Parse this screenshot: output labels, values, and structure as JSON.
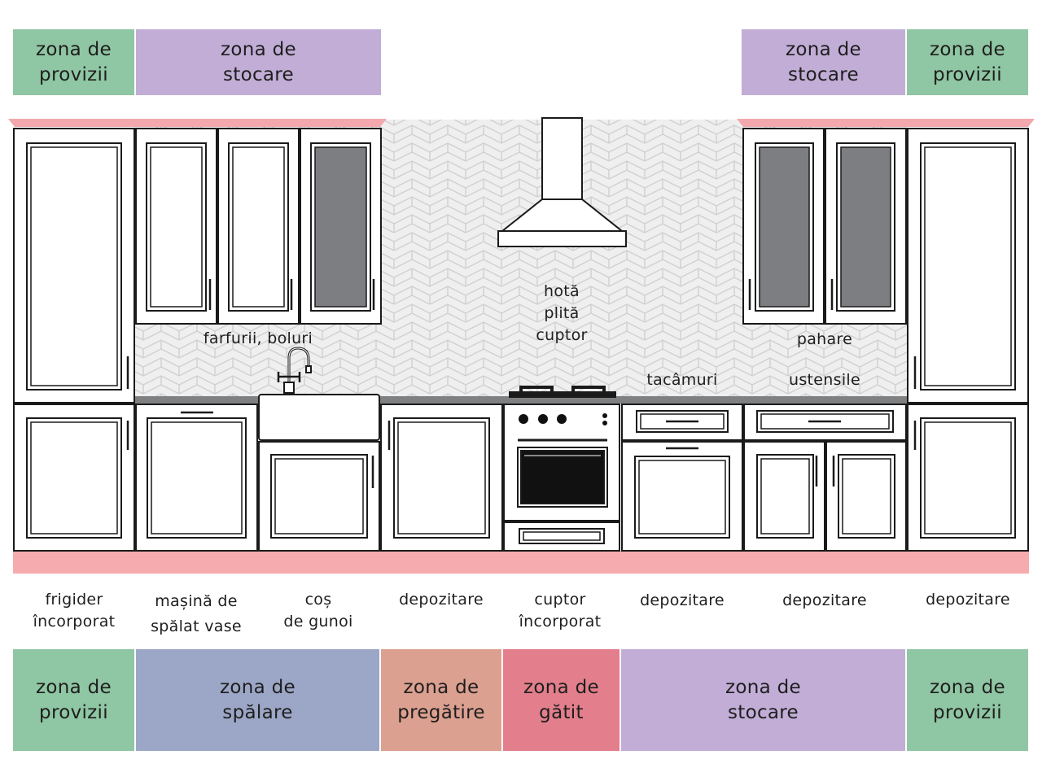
{
  "colors": {
    "provizii": "#8fc6a3",
    "stocare": "#c1add6",
    "spalare": "#9ca6c6",
    "pregatire": "#dca090",
    "gatit": "#e37f8c",
    "molding": "#f2a8ac",
    "outline": "#1a1a1a",
    "glass": "#7d7e82",
    "tile": "#eeeeee",
    "countertop": "#7e8082"
  },
  "top_zones": [
    {
      "line1": "zona de",
      "line2": "provizii",
      "color": "provizii"
    },
    {
      "line1": "zona de",
      "line2": "stocare",
      "color": "stocare"
    },
    {
      "line1": "zona de",
      "line2": "stocare",
      "color": "stocare"
    },
    {
      "line1": "zona de",
      "line2": "provizii",
      "color": "provizii"
    }
  ],
  "bottom_zones": [
    {
      "line1": "zona de",
      "line2": "provizii",
      "color": "provizii"
    },
    {
      "line1": "zona de",
      "line2": "spălare",
      "color": "spalare"
    },
    {
      "line1": "zona de",
      "line2": "pregătire",
      "color": "pregatire"
    },
    {
      "line1": "zona de",
      "line2": "gătit",
      "color": "gatit"
    },
    {
      "line1": "zona de",
      "line2": "stocare",
      "color": "stocare"
    },
    {
      "line1": "zona de",
      "line2": "provizii",
      "color": "provizii"
    }
  ],
  "interior_labels": {
    "farfurii": "farfurii, boluri",
    "hota": "hotă",
    "plita": "plită",
    "cuptor": "cuptor",
    "pahare": "pahare",
    "tacamuri": "tacâmuri",
    "ustensile": "ustensile"
  },
  "cabinet_labels": [
    {
      "line1": "frigider",
      "line2": "încorporat"
    },
    {
      "line1": "mașină de",
      "line2": "spălat vase"
    },
    {
      "line1": "coș",
      "line2": "de gunoi"
    },
    {
      "line1": "depozitare",
      "line2": ""
    },
    {
      "line1": "cuptor",
      "line2": "încorporat"
    },
    {
      "line1": "depozitare",
      "line2": ""
    },
    {
      "line1": "depozitare",
      "line2": ""
    },
    {
      "line1": "depozitare",
      "line2": ""
    }
  ]
}
